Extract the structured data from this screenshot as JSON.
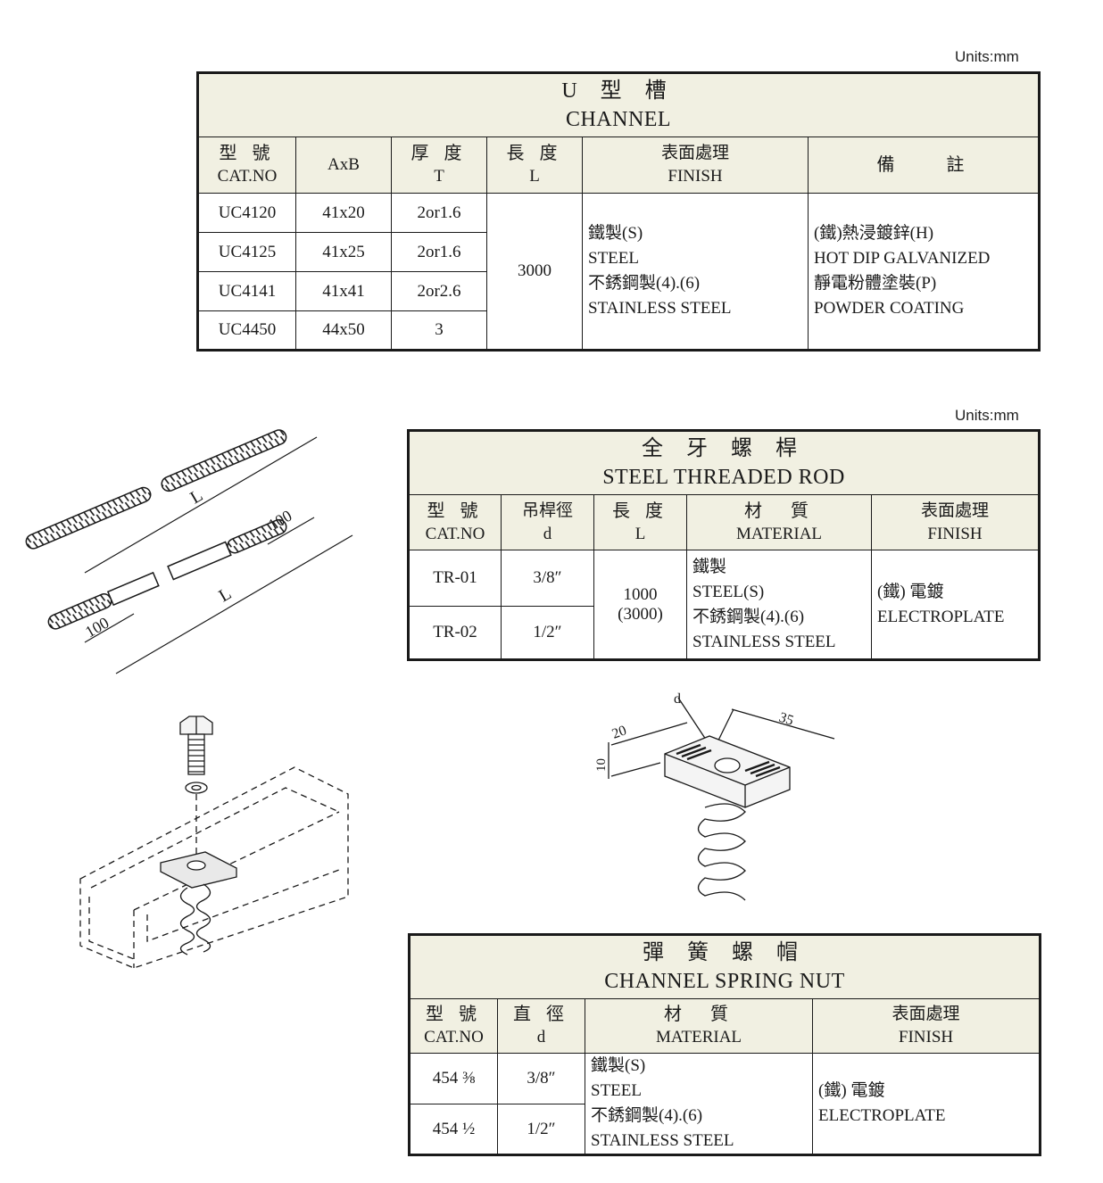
{
  "channel": {
    "units": "Units:mm",
    "title_zh": "U 型 槽",
    "title_en": "CHANNEL",
    "headers": [
      {
        "zh": "型 號",
        "en": "CAT.NO"
      },
      {
        "zh": "",
        "en": "AxB"
      },
      {
        "zh": "厚 度",
        "en": "T"
      },
      {
        "zh": "長 度",
        "en": "L"
      },
      {
        "zh": "表面處理",
        "en": "FINISH"
      },
      {
        "zh": "備　　註",
        "en": ""
      }
    ],
    "rows": [
      {
        "cat": "UC4120",
        "ab": "41x20",
        "t": "2or1.6"
      },
      {
        "cat": "UC4125",
        "ab": "41x25",
        "t": "2or1.6"
      },
      {
        "cat": "UC4141",
        "ab": "41x41",
        "t": "2or2.6"
      },
      {
        "cat": "UC4450",
        "ab": "44x50",
        "t": "3"
      }
    ],
    "length": "3000",
    "finish_lines": [
      "鐵製(S)",
      "STEEL",
      "不銹鋼製(4).(6)",
      "STAINLESS STEEL"
    ],
    "remarks_lines": [
      "(鐵)熱浸鍍鋅(H)",
      "HOT DIP GALVANIZED",
      "靜電粉體塗裝(P)",
      "POWDER COATING"
    ]
  },
  "rod": {
    "units": "Units:mm",
    "title_zh": "全 牙 螺 桿",
    "title_en": "STEEL THREADED ROD",
    "headers": [
      {
        "zh": "型 號",
        "en": "CAT.NO"
      },
      {
        "zh": "吊桿徑",
        "en": "d"
      },
      {
        "zh": "長 度",
        "en": "L"
      },
      {
        "zh": "材　質",
        "en": "MATERIAL"
      },
      {
        "zh": "表面處理",
        "en": "FINISH"
      }
    ],
    "rows": [
      {
        "cat": "TR-01",
        "d": "3/8″"
      },
      {
        "cat": "TR-02",
        "d": "1/2″"
      }
    ],
    "length_lines": [
      "1000",
      "(3000)"
    ],
    "material_lines": [
      "鐵製",
      "STEEL(S)",
      "不銹鋼製(4).(6)",
      "STAINLESS STEEL"
    ],
    "finish_lines": [
      "(鐵) 電鍍",
      "ELECTROPLATE"
    ]
  },
  "nut": {
    "title_zh": "彈 簧 螺 帽",
    "title_en": "CHANNEL SPRING NUT",
    "headers": [
      {
        "zh": "型 號",
        "en": "CAT.NO"
      },
      {
        "zh": "直 徑",
        "en": "d"
      },
      {
        "zh": "材　質",
        "en": "MATERIAL"
      },
      {
        "zh": "表面處理",
        "en": "FINISH"
      }
    ],
    "rows": [
      {
        "cat": "454 ⅜",
        "d": "3/8″"
      },
      {
        "cat": "454 ½",
        "d": "1/2″"
      }
    ],
    "material_lines": [
      "鐵製(S)",
      "STEEL",
      "不銹鋼製(4).(6)",
      "STAINLESS STEEL"
    ],
    "finish_lines": [
      "(鐵) 電鍍",
      "ELECTROPLATE"
    ]
  },
  "drawings": {
    "rod_dims": {
      "length": "L",
      "thread": "100"
    },
    "nut_dims": {
      "d": "d",
      "w": "35",
      "h1": "20",
      "h2": "10"
    }
  },
  "colors": {
    "header_bg": "#f1f0e2",
    "line": "#1a1a1a"
  }
}
